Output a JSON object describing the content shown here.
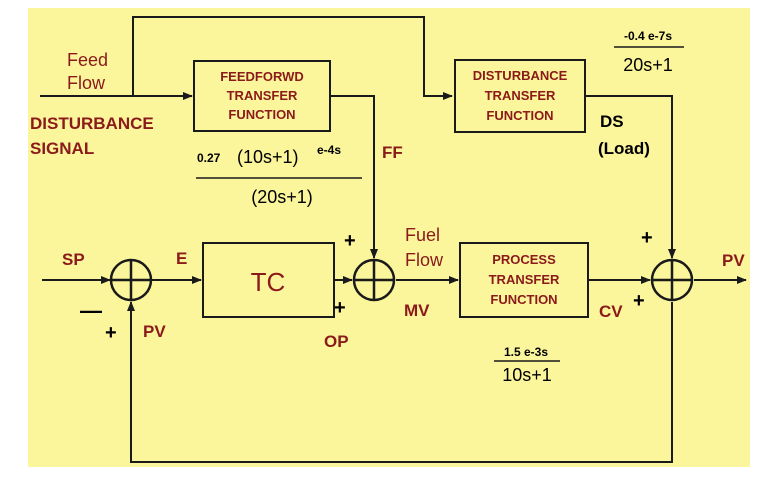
{
  "inputs": {
    "feed_line1": "Feed",
    "feed_line2": "Flow",
    "dist_line1": "DISTURBANCE",
    "dist_line2": "SIGNAL",
    "sp": "SP",
    "e": "E"
  },
  "blocks": {
    "feedforward": [
      "FEEDFORWD",
      "TRANSFER",
      "FUNCTION"
    ],
    "disturbance": [
      "DISTURBANCE",
      "TRANSFER",
      "FUNCTION"
    ],
    "process": [
      "PROCESS",
      "TRANSFER",
      "FUNCTION"
    ],
    "tc": "TC"
  },
  "transfer_functions": {
    "feedforward": {
      "gain": "0.27",
      "num": "(10s+1)",
      "exp": "e-4s",
      "den": "(20s+1)"
    },
    "disturbance": {
      "num": "-0.4 e-7s",
      "den": "20s+1"
    },
    "process": {
      "num": "1.5 e-3s",
      "den": "10s+1"
    }
  },
  "signals": {
    "ff": "FF",
    "ds_line1": "DS",
    "ds_line2": "(Load)",
    "fuel_line1": "Fuel",
    "fuel_line2": "Flow",
    "mv": "MV",
    "op": "OP",
    "cv": "CV",
    "pv_out": "PV",
    "pv_fb": "PV"
  },
  "signs": {
    "sum1_minus": "—",
    "sum1_plus": "+",
    "sum2_top": "+",
    "sum2_bottom": "+",
    "sum3_top": "+",
    "sum3_left": "+"
  },
  "colors": {
    "background": "#fbf59c",
    "label": "#8b1a1a",
    "line": "#1a1a1a"
  }
}
